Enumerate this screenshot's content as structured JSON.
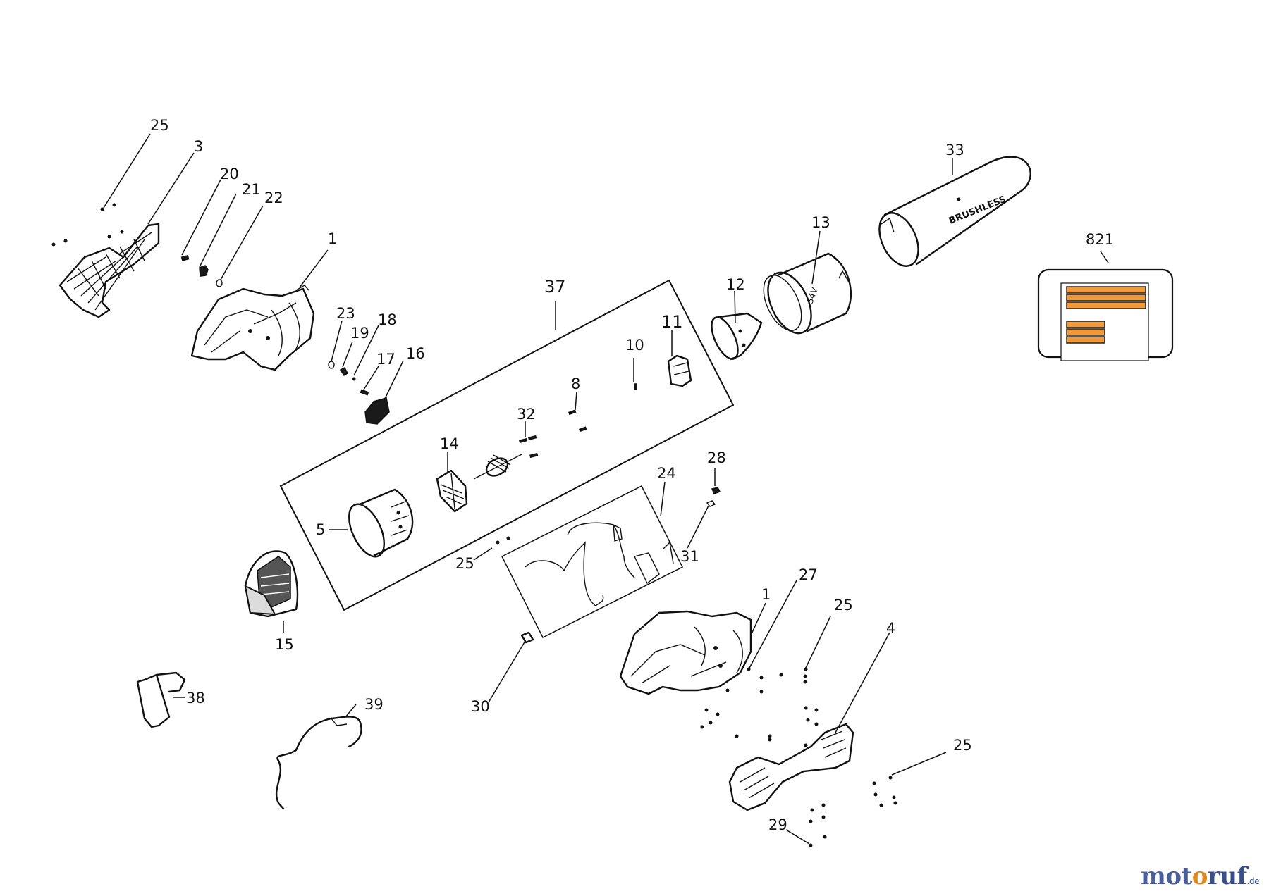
{
  "diagram": {
    "callouts": [
      {
        "id": "c-25-a",
        "text": "25"
      },
      {
        "id": "c-3",
        "text": "3"
      },
      {
        "id": "c-20",
        "text": "20"
      },
      {
        "id": "c-21",
        "text": "21"
      },
      {
        "id": "c-22",
        "text": "22"
      },
      {
        "id": "c-1-a",
        "text": "1"
      },
      {
        "id": "c-37",
        "text": "37"
      },
      {
        "id": "c-23",
        "text": "23"
      },
      {
        "id": "c-19",
        "text": "19"
      },
      {
        "id": "c-18",
        "text": "18"
      },
      {
        "id": "c-17",
        "text": "17"
      },
      {
        "id": "c-16",
        "text": "16"
      },
      {
        "id": "c-12",
        "text": "12"
      },
      {
        "id": "c-13",
        "text": "13"
      },
      {
        "id": "c-33",
        "text": "33"
      },
      {
        "id": "c-821",
        "text": "821"
      },
      {
        "id": "c-11",
        "text": "11"
      },
      {
        "id": "c-10",
        "text": "10"
      },
      {
        "id": "c-8",
        "text": "8"
      },
      {
        "id": "c-32",
        "text": "32"
      },
      {
        "id": "c-14",
        "text": "14"
      },
      {
        "id": "c-28",
        "text": "28"
      },
      {
        "id": "c-24",
        "text": "24"
      },
      {
        "id": "c-5",
        "text": "5"
      },
      {
        "id": "c-25-b",
        "text": "25"
      },
      {
        "id": "c-31",
        "text": "31"
      },
      {
        "id": "c-15",
        "text": "15"
      },
      {
        "id": "c-1-b",
        "text": "1"
      },
      {
        "id": "c-27",
        "text": "27"
      },
      {
        "id": "c-25-c",
        "text": "25"
      },
      {
        "id": "c-4",
        "text": "4"
      },
      {
        "id": "c-38",
        "text": "38"
      },
      {
        "id": "c-39",
        "text": "39"
      },
      {
        "id": "c-30",
        "text": "30"
      },
      {
        "id": "c-25-d",
        "text": "25"
      },
      {
        "id": "c-29",
        "text": "29"
      }
    ],
    "tube_print": "BRUSHLESS",
    "voltage_print": "54V",
    "label_colors": {
      "stripe": "#f29a38",
      "outline": "#222222"
    }
  },
  "watermark": {
    "part1": "mot",
    "part2": "o",
    "part3": "ruf",
    "suffix": ".de"
  }
}
